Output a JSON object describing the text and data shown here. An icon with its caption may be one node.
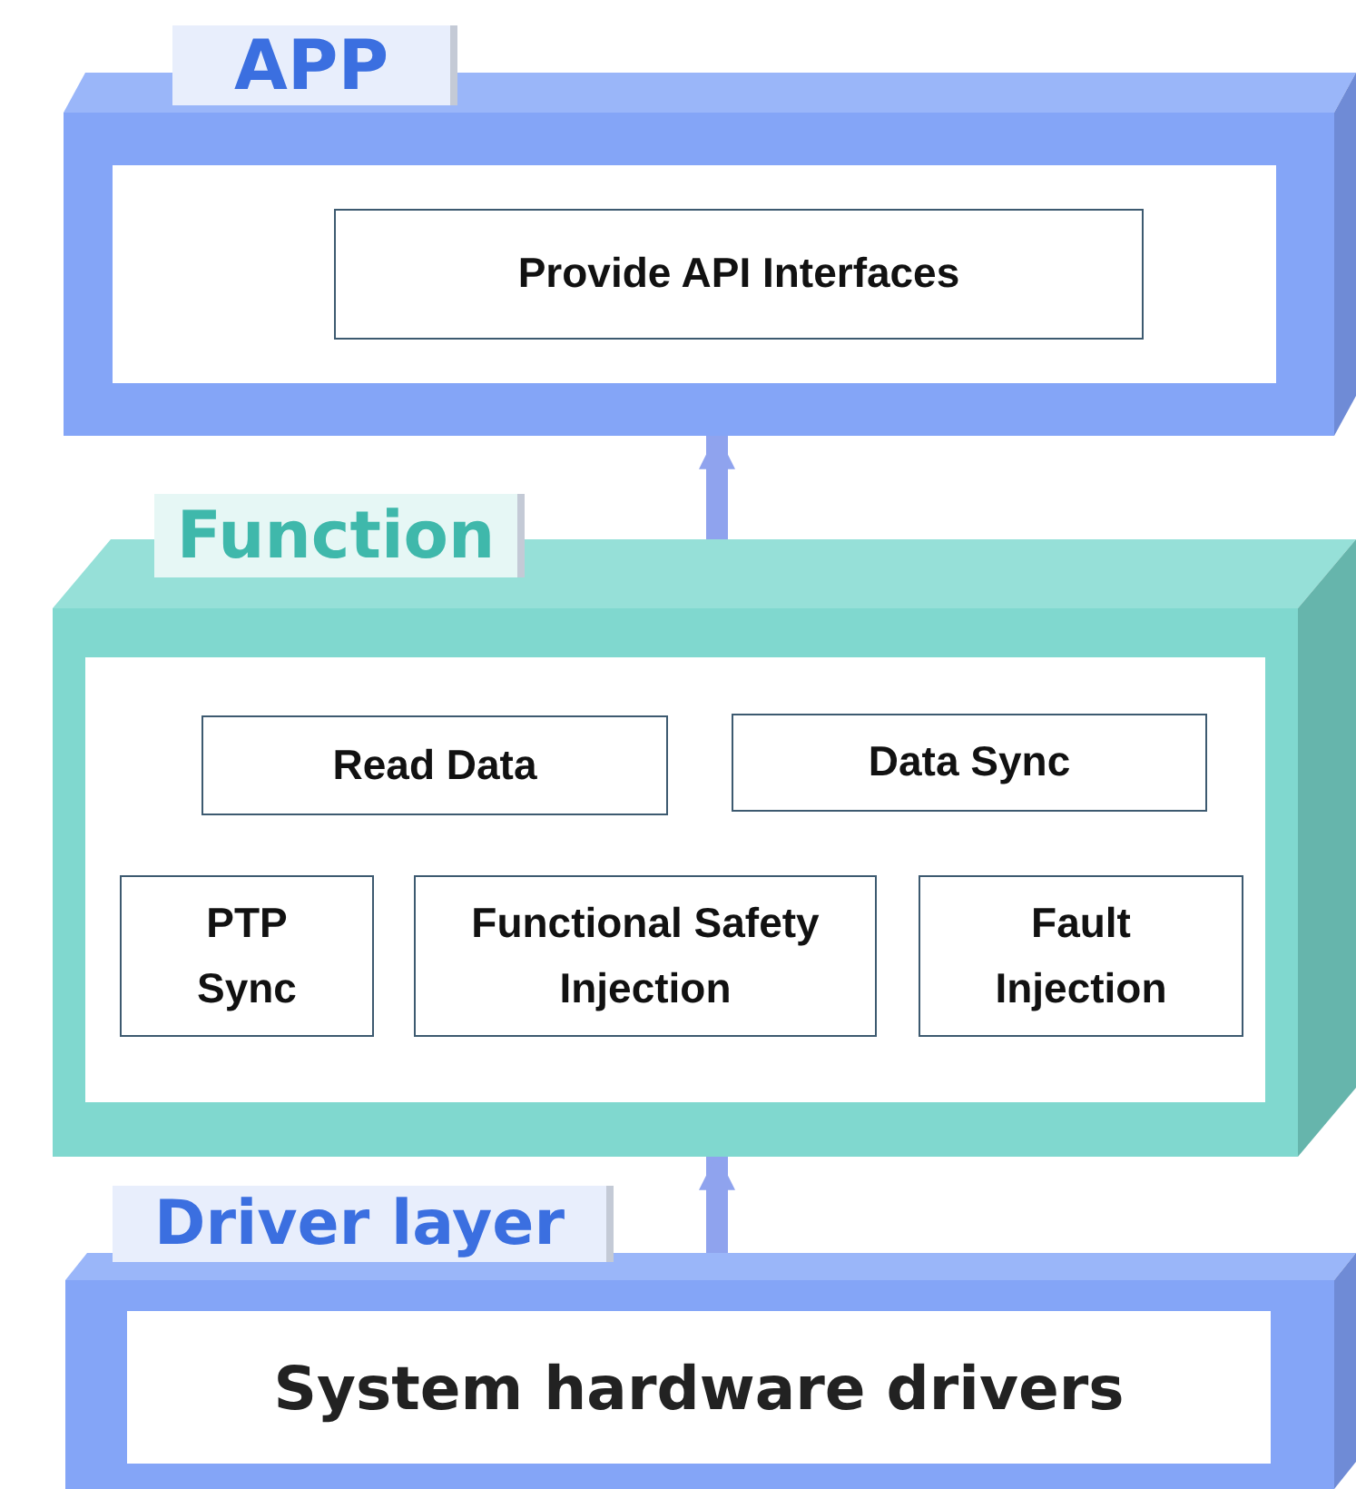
{
  "diagram": {
    "nodes": [
      {
        "text": [
          "APP"
        ]
      },
      {
        "text": [
          "Provide API Interfaces"
        ],
        "in": 0
      },
      {
        "text": [
          "Function"
        ]
      },
      {
        "text": [
          "Read Data"
        ],
        "in": 2
      },
      {
        "text": [
          "Data Sync"
        ],
        "in": 2
      },
      {
        "text": [
          "PTP Sync"
        ],
        "in": 2
      },
      {
        "text": [
          "Functional Safety Injection"
        ],
        "in": 2
      },
      {
        "text": [
          "Fault Injection"
        ],
        "in": 2
      },
      {
        "text": [
          "Driver layer"
        ]
      },
      {
        "text": [
          "System hardware drivers"
        ],
        "in": 8
      }
    ],
    "edges": [
      {
        "from": 2,
        "to": 0,
        "arrow": "to"
      },
      {
        "from": 8,
        "to": 2,
        "arrow": "to"
      }
    ]
  }
}
